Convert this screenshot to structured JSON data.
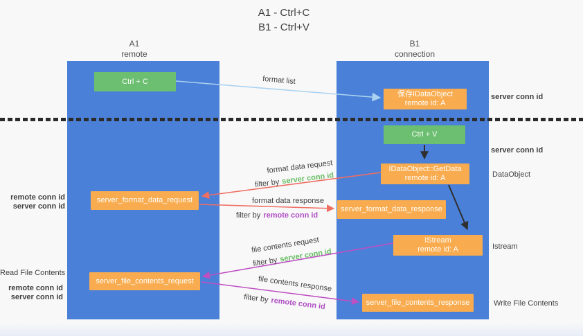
{
  "title": {
    "line1": "A1 - Ctrl+C",
    "line2": "B1 - Ctrl+V"
  },
  "columns": {
    "left": {
      "name": "A1",
      "role": "remote"
    },
    "right": {
      "name": "B1",
      "role": "connection"
    }
  },
  "nodes": {
    "ctrl_c": {
      "label": "Ctrl + C"
    },
    "ctrl_v": {
      "label": "Ctrl + V"
    },
    "save_dataobject": {
      "line1": "保存IDataObject",
      "line2": "remote id: A"
    },
    "getdata": {
      "line1": "IDataObject::GetData",
      "line2": "remote id: A"
    },
    "istream": {
      "line1": "IStream",
      "line2": "remote id: A"
    },
    "server_format_data_request": {
      "label": "server_format_data_request"
    },
    "server_format_data_response": {
      "label": "server_format_data_response"
    },
    "server_file_contents_request": {
      "label": "server_file_contents_request"
    },
    "server_file_contents_response": {
      "label": "server_file_contents_response"
    }
  },
  "flow_labels": {
    "format_list": "format list",
    "format_request": {
      "text": "format data request",
      "filter_prefix": "filter by",
      "filter_key": "server conn id"
    },
    "format_response": {
      "text": "format data response",
      "filter_prefix": "filter by",
      "filter_key": "remote conn id"
    },
    "file_request": {
      "text": "file contents request",
      "filter_prefix": "filter by",
      "filter_key": "server conn id"
    },
    "file_response": {
      "text": "file contents response",
      "filter_prefix": "filter by",
      "filter_key": "remote conn id"
    }
  },
  "side_labels": {
    "right_server_conn_id_top": "server conn id",
    "right_server_conn_id_mid": "server conn id",
    "right_dataobject": "DataObject",
    "right_istream": "Istream",
    "right_write_file_contents": "Write File Contents",
    "left_remote_conn_id_mid": "remote conn id",
    "left_server_conn_id_mid": "server conn id",
    "left_read_file_contents": "Read File Contents",
    "left_remote_conn_id_bottom": "remote conn id",
    "left_server_conn_id_bottom": "server conn id"
  },
  "colors": {
    "column_blue": "#4a80d8",
    "box_green": "#6cbe70",
    "box_orange": "#f8ac4f",
    "green_text": "#67bd63",
    "purple_text": "#b04fc4",
    "red_arrow": "#ef6e62",
    "magenta_arrow": "#be50c3",
    "blue_arrow": "#aad2f0",
    "black_arrow": "#2f2f2f"
  }
}
